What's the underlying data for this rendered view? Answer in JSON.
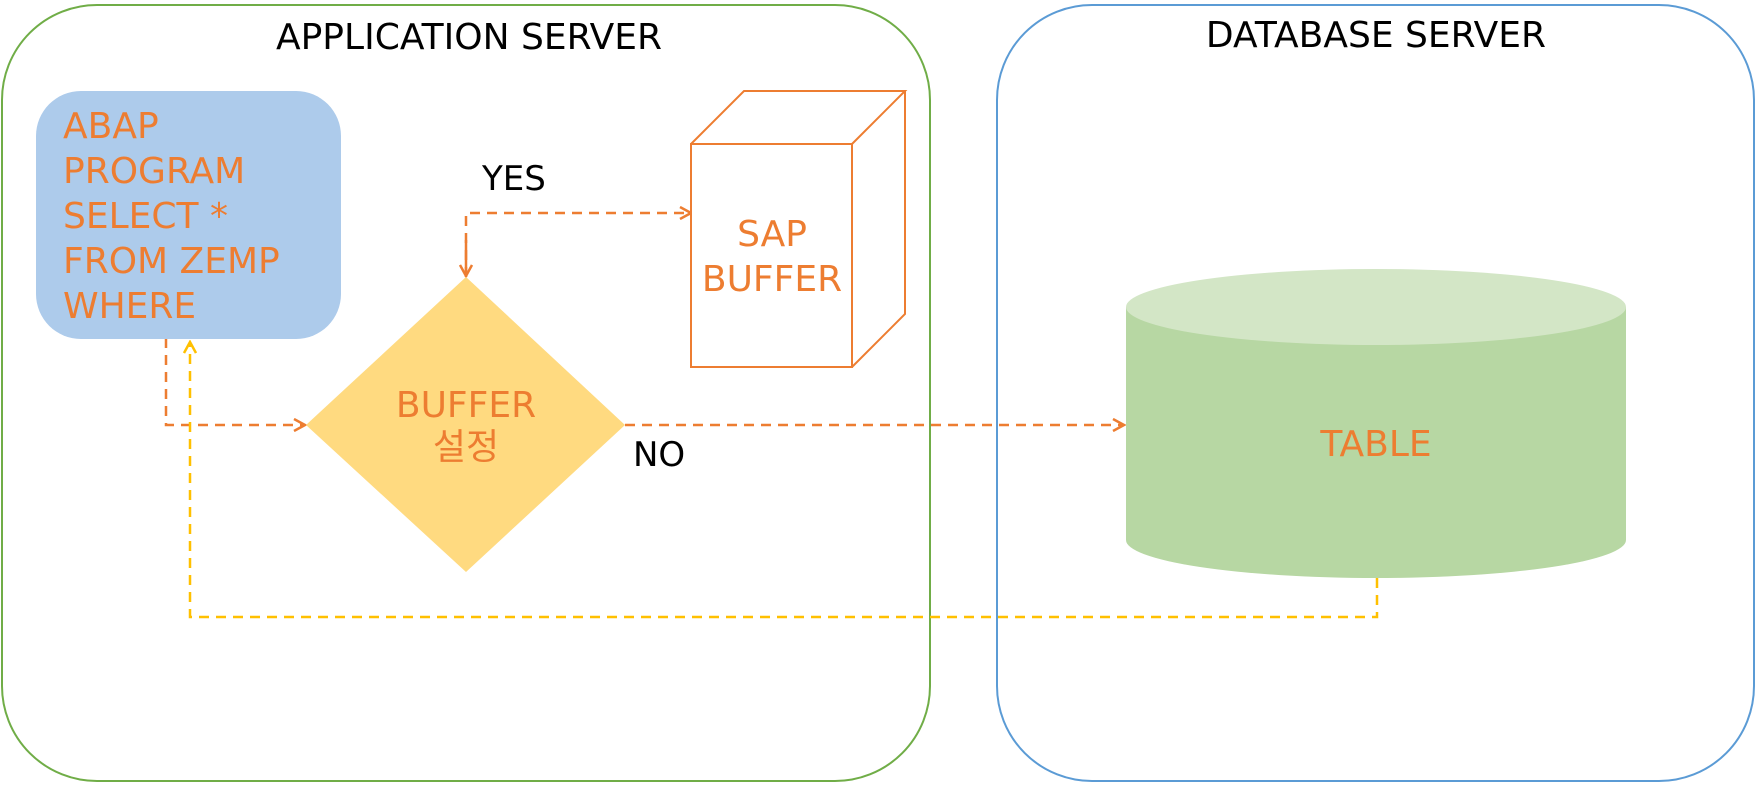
{
  "application_server": {
    "title": "APPLICATION SERVER"
  },
  "database_server": {
    "title": "DATABASE SERVER"
  },
  "abap_program": {
    "lines": [
      "ABAP",
      "PROGRAM",
      "SELECT *",
      "FROM ZEMP",
      "WHERE"
    ]
  },
  "decision": {
    "lines": [
      "BUFFER",
      "설정"
    ]
  },
  "sap_buffer": {
    "lines": [
      "SAP",
      "BUFFER"
    ]
  },
  "table": {
    "label": "TABLE"
  },
  "edges": {
    "yes_label": "YES",
    "no_label": "NO"
  },
  "colors": {
    "app_server_border": "#70AD47",
    "db_server_border": "#5B9BD5",
    "abap_box_fill": "#ADCBEB",
    "decision_fill": "#FFDA80",
    "text_orange": "#ED7D31",
    "arrow_orange": "#ED7D31",
    "arrow_yellow": "#FFC000",
    "cylinder_body": "#B7D7A3",
    "cylinder_top": "#D3E6C6"
  }
}
